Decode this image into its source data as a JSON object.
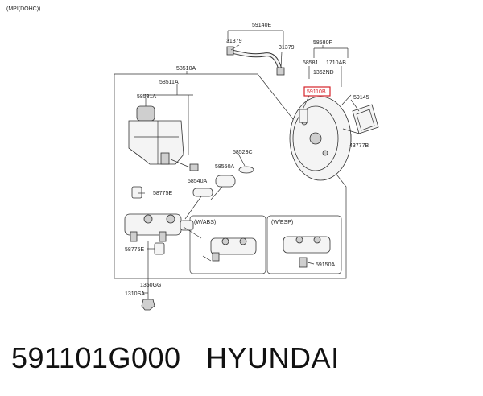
{
  "header": {
    "engine_note": "(MPI(DOHC))"
  },
  "labels": {
    "p59140E": "59140E",
    "p31379a": "31379",
    "p31379b": "31379",
    "p58580F": "58580F",
    "p58581": "58581",
    "p1710AB": "1710AB",
    "p1362ND": "1362ND",
    "p59110B": "59110B",
    "p59145": "59145",
    "p43777B": "43777B",
    "p58510A": "58510A",
    "p58511A": "58511A",
    "p58531A": "58531A",
    "p58523C": "58523C",
    "p58550A": "58550A",
    "p58540A": "58540A",
    "p58775Ea": "58775E",
    "p58775Eb": "58775E",
    "abs": "(W/ABS)",
    "esp": "(W/ESP)",
    "p59150A": "59150A",
    "p1360GG": "1360GG",
    "p1310SA": "1310SA"
  },
  "caption": {
    "part_number": "591101G000",
    "brand": "HYUNDAI"
  }
}
